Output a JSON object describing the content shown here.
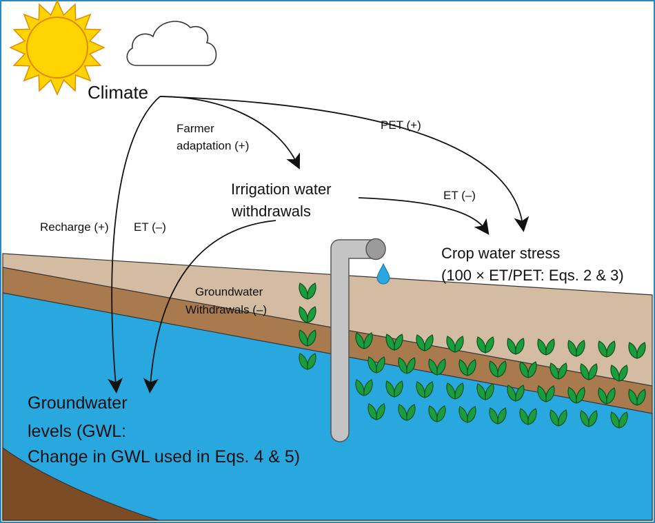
{
  "colors": {
    "border": "#2e86c1",
    "water": "#29a8e0",
    "soil_light": "#d3bca2",
    "soil_mid": "#a87a4e",
    "soil_dark": "#7b4c25",
    "pipe": "#c4c4c4",
    "leaf": "#1b9d3e",
    "sun": "#ffd400"
  },
  "labels": {
    "climate": "Climate",
    "farmer_adaptation": [
      "Farmer",
      "adaptation (+)"
    ],
    "pet": "PET (+)",
    "irrigation": [
      "Irrigation water",
      "withdrawals"
    ],
    "et_irrigation": "ET (–)",
    "recharge": "Recharge (+)",
    "et_left": "ET (–)",
    "crop_stress": [
      "Crop water stress",
      "(100 × ET/PET: Eqs. 2 & 3)"
    ],
    "gw_withdrawals": [
      "Groundwater",
      "Withdrawals (–)"
    ],
    "gwl": [
      "Groundwater",
      "levels (GWL:",
      "Change in GWL used in Eqs. 4 & 5)"
    ]
  },
  "icons": [
    "sun-icon",
    "cloud-icon",
    "water-drop-icon",
    "pipe-icon",
    "crop-plant-icon"
  ]
}
